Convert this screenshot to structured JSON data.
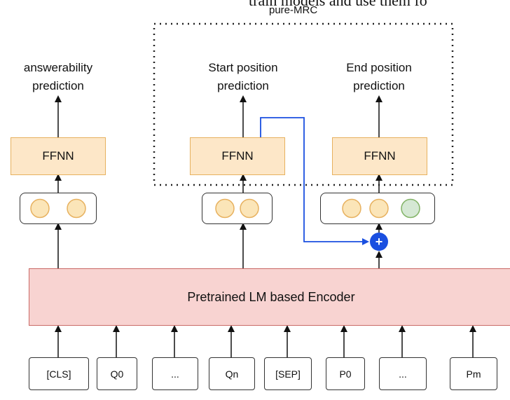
{
  "cut_text": "train models and use them fo",
  "region_label": "pure-MRC",
  "titles": {
    "answerability": [
      "answerability",
      "prediction"
    ],
    "start": [
      "Start position",
      "prediction"
    ],
    "end": [
      "End position",
      "prediction"
    ]
  },
  "ffnn_label": "FFNN",
  "encoder_label": "Pretrained LM based Encoder",
  "plus_symbol": "+",
  "tokens": [
    "[CLS]",
    "Q0",
    "...",
    "Qn",
    "[SEP]",
    "P0",
    "...",
    "Pm"
  ],
  "colors": {
    "ffnn_fill": "#fde7c8",
    "ffnn_border": "#e7b15f",
    "circle_yellow": "#fbe5b8",
    "circle_green": "#d5e8d4",
    "encoder_fill": "#f8d3d1",
    "link_blue": "#1a4fe0"
  }
}
